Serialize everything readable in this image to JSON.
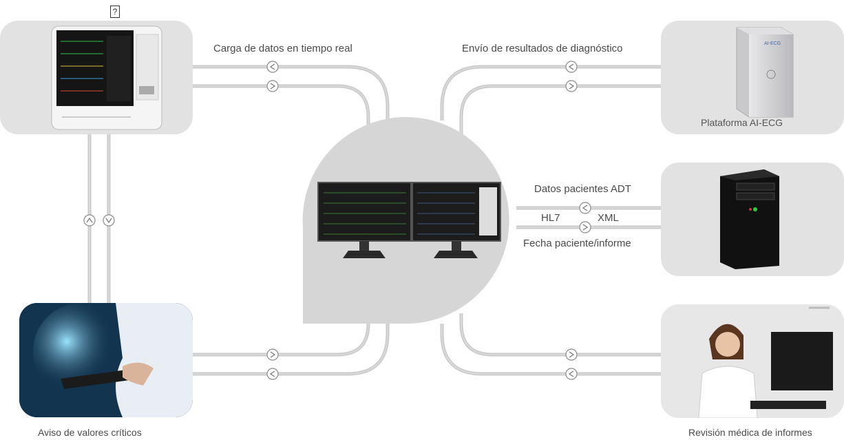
{
  "labels": {
    "upload": "Carga de datos en tiempo real",
    "results": "Envío de resultados de diagnóstico",
    "platform": "Plataforma AI-ECG",
    "adt": "Datos pacientes ADT",
    "hl7": "HL7",
    "xml": "XML",
    "date": "Fecha paciente/informe",
    "alert": "Aviso de valores críticos",
    "review": "Revisión médica de informes",
    "missing_glyph": "?"
  },
  "server_brand": "AI-ECG",
  "icons": [
    "monitor-device-icon",
    "ai-server-icon",
    "pc-tower-icon",
    "doctor-photo-icon",
    "tablet-photo-icon",
    "central-monitors-icon"
  ],
  "colors": {
    "card": "#e2e2e2",
    "pipe": "#c8c8c8",
    "text": "#4a4a4a"
  }
}
